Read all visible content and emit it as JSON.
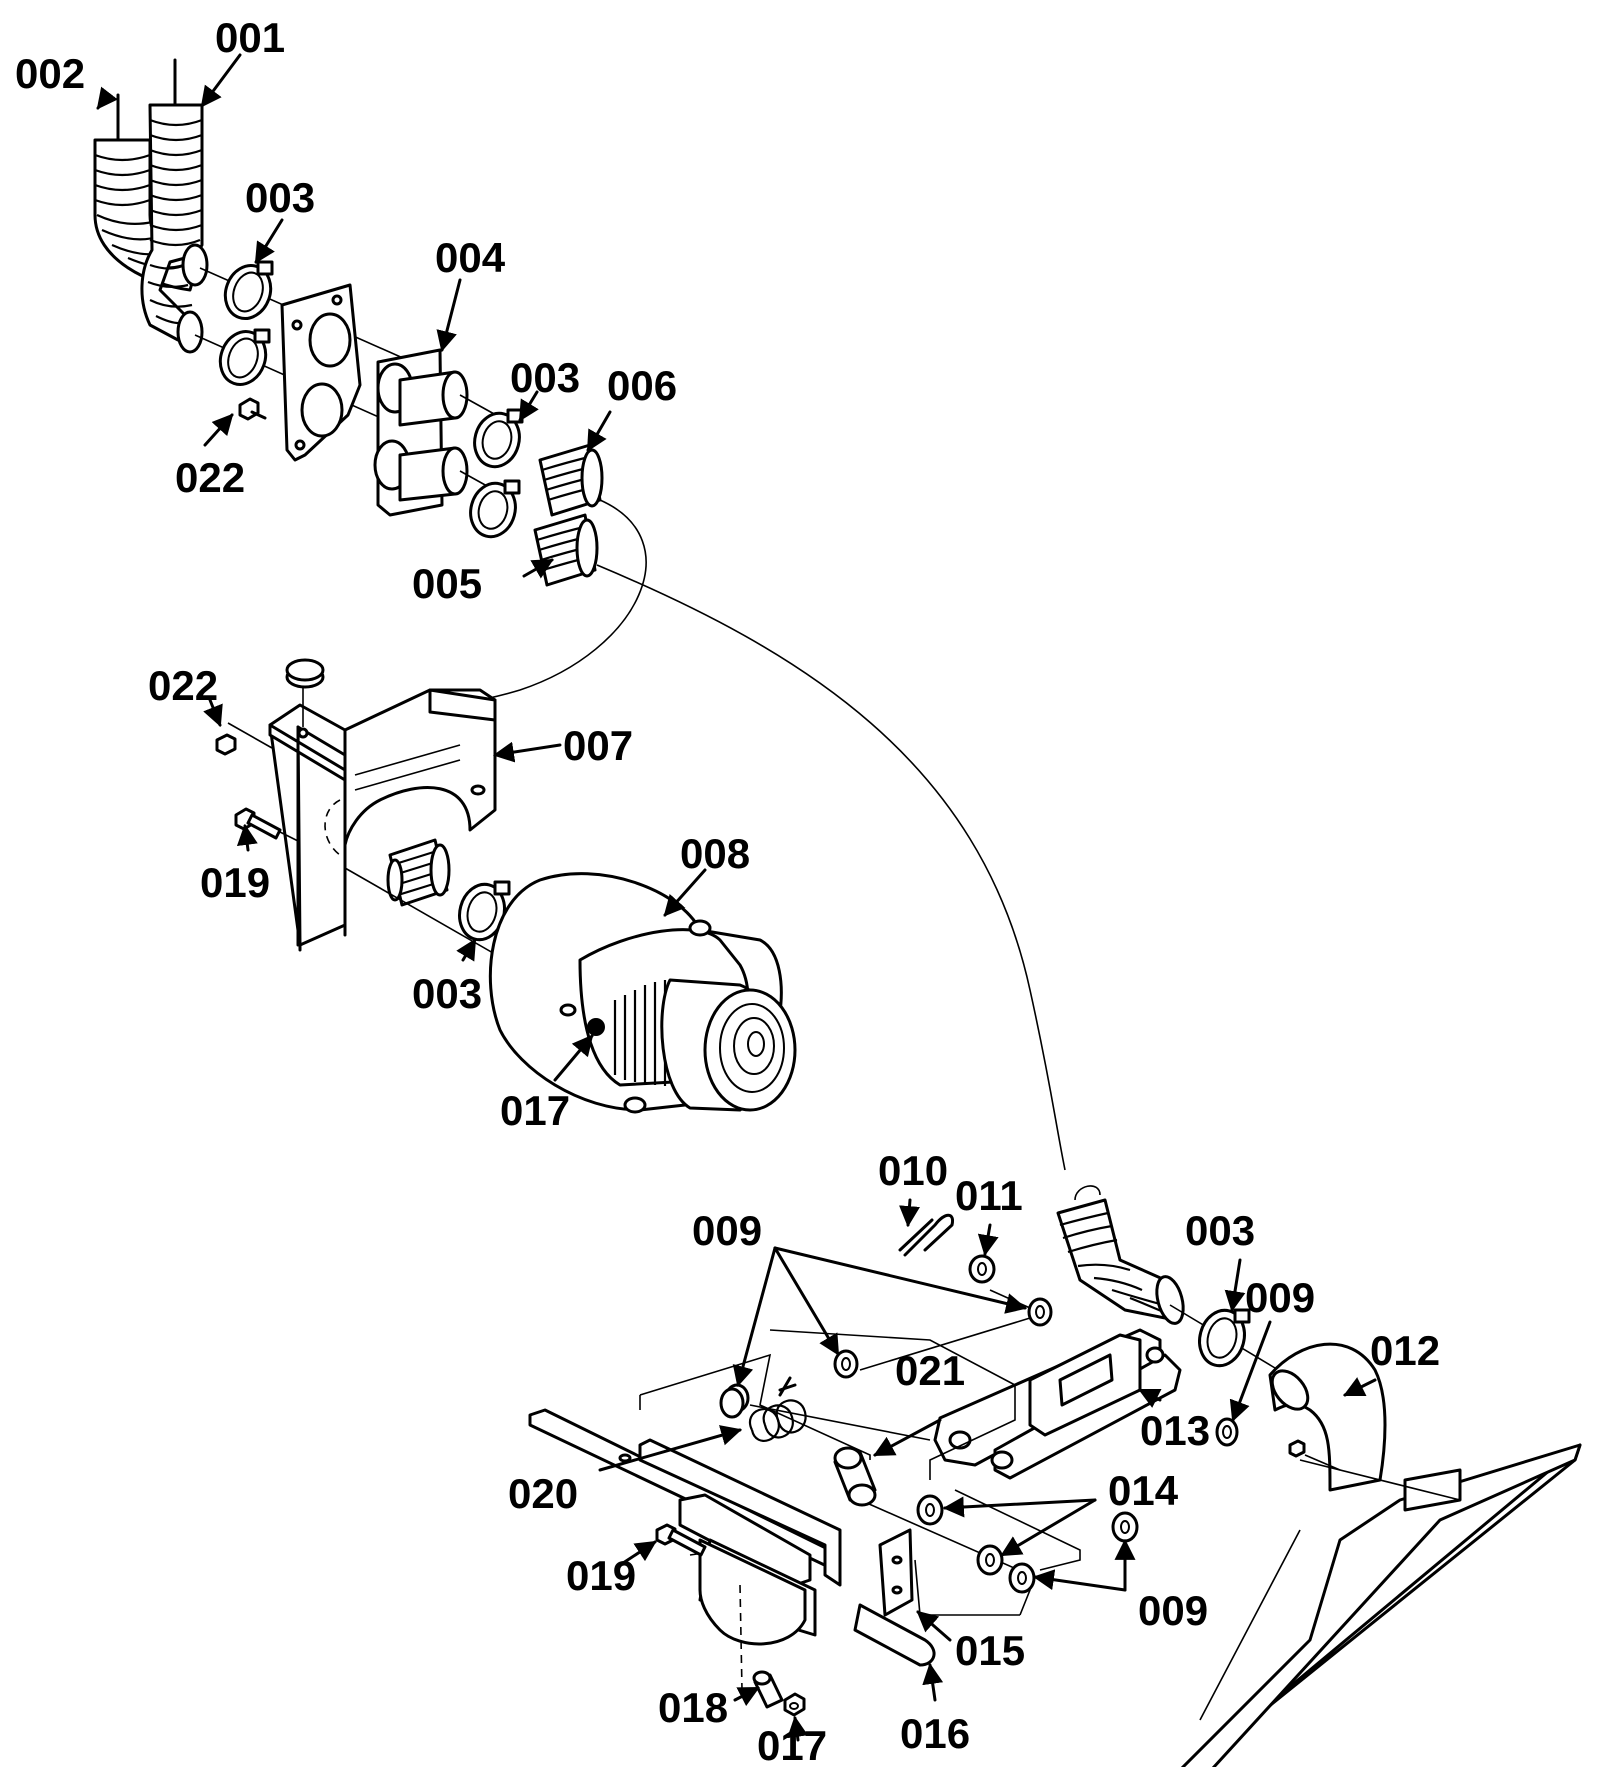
{
  "diagram": {
    "callouts": {
      "c001": "001",
      "c002": "002",
      "c003a": "003",
      "c003b": "003",
      "c003c": "003",
      "c003d": "003",
      "c004": "004",
      "c005": "005",
      "c006": "006",
      "c007": "007",
      "c008": "008",
      "c009a": "009",
      "c009b": "009",
      "c009c": "009",
      "c010": "010",
      "c011": "011",
      "c012": "012",
      "c013": "013",
      "c014": "014",
      "c015": "015",
      "c016": "016",
      "c017a": "017",
      "c017b": "017",
      "c018": "018",
      "c019a": "019",
      "c019b": "019",
      "c020": "020",
      "c021": "021",
      "c022a": "022",
      "c022b": "022"
    }
  }
}
